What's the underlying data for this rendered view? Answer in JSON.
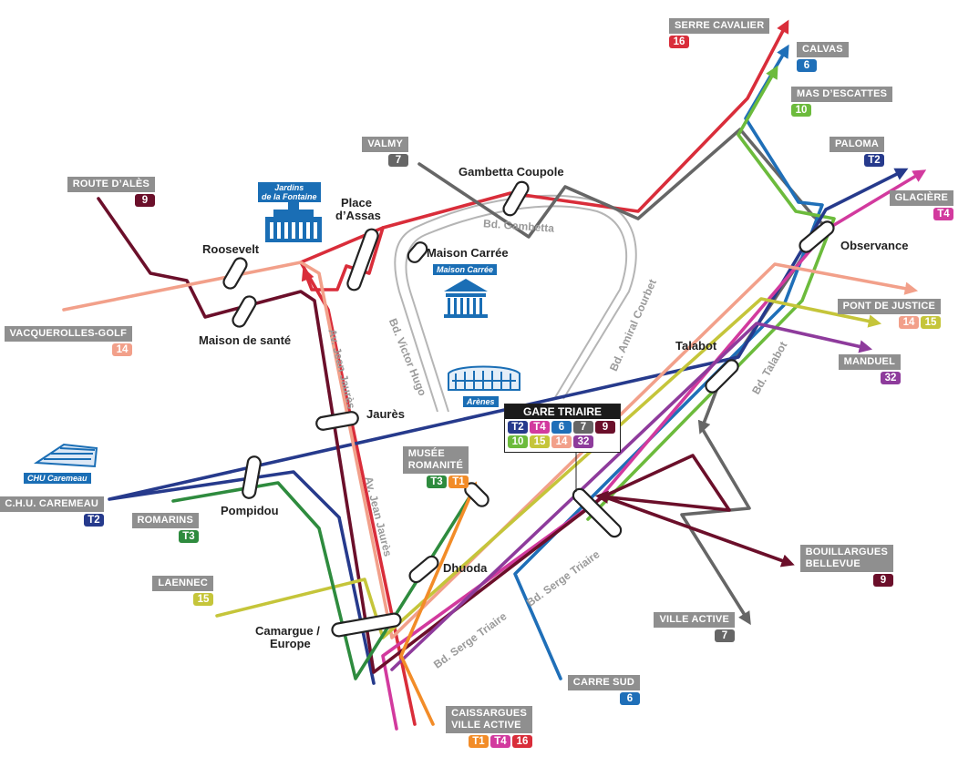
{
  "colors": {
    "T1": "#f28c28",
    "T2": "#263a8c",
    "T3": "#2e8b3e",
    "T4": "#d23a9e",
    "6": "#1f6fb8",
    "7": "#666666",
    "9": "#6b0f2a",
    "10": "#6cbb3c",
    "14": "#f2a08a",
    "15": "#c5c53a",
    "16": "#d92d3a",
    "32": "#8e3b9c"
  },
  "hub": {
    "title": "GARE TRIAIRE",
    "row1": [
      "T2",
      "T4",
      "6",
      "7",
      "9"
    ],
    "row2": [
      "10",
      "15",
      "14",
      "32"
    ]
  },
  "destinations": [
    {
      "id": "serre-cavalier",
      "name": "SERRE CAVALIER",
      "lines": [
        "16"
      ]
    },
    {
      "id": "calvas",
      "name": "CALVAS",
      "lines": [
        "6"
      ]
    },
    {
      "id": "mas-escattes",
      "name": "MAS D’ESCATTES",
      "lines": [
        "10"
      ]
    },
    {
      "id": "valmy",
      "name": "VALMY",
      "lines": [
        "7"
      ]
    },
    {
      "id": "paloma",
      "name": "PALOMA",
      "lines": [
        "T2"
      ]
    },
    {
      "id": "glaciere",
      "name": "GLACIÈRE",
      "lines": [
        "T4"
      ]
    },
    {
      "id": "route-ales",
      "name": "ROUTE D’ALÈS",
      "lines": [
        "9"
      ]
    },
    {
      "id": "pont-justice",
      "name": "PONT DE JUSTICE",
      "lines": [
        "14",
        "15"
      ]
    },
    {
      "id": "vacquerolles",
      "name": "VACQUEROLLES-GOLF",
      "lines": [
        "14"
      ]
    },
    {
      "id": "manduel",
      "name": "MANDUEL",
      "lines": [
        "32"
      ]
    },
    {
      "id": "musee",
      "name": "MUSÉE",
      "name2": "ROMANITÉ",
      "lines": [
        "T3",
        "T1"
      ]
    },
    {
      "id": "chu",
      "name": "C.H.U. CAREMEAU",
      "lines": [
        "T2"
      ]
    },
    {
      "id": "romarins",
      "name": "ROMARINS",
      "lines": [
        "T3"
      ]
    },
    {
      "id": "bouillargues",
      "name": "BOUILLARGUES",
      "name2": "BELLEVUE",
      "lines": [
        "9"
      ]
    },
    {
      "id": "laennec",
      "name": "LAENNEC",
      "lines": [
        "15"
      ]
    },
    {
      "id": "ville-active",
      "name": "VILLE ACTIVE",
      "lines": [
        "7"
      ]
    },
    {
      "id": "carre-sud",
      "name": "CARRE SUD",
      "lines": [
        "6"
      ]
    },
    {
      "id": "caissargues",
      "name": "CAISSARGUES",
      "name2": "VILLE ACTIVE",
      "lines": [
        "T1",
        "T4",
        "16"
      ]
    }
  ],
  "stops": {
    "gambetta": "Gambetta Coupole",
    "place_assas_1": "Place",
    "place_assas_2": "d’Assas",
    "roosevelt": "Roosevelt",
    "maison_carree": "Maison Carrée",
    "maison_sante": "Maison de santé",
    "observance": "Observance",
    "talabot": "Talabot",
    "jaures": "Jaurès",
    "pompidou": "Pompidou",
    "dhuoda": "Dhuoda",
    "camargue_1": "Camargue /",
    "camargue_2": "Europe"
  },
  "streets": {
    "gambetta": "Bd. Gambetta",
    "amiral_courbet": "Bd. Amiral Courbet",
    "victor_hugo": "Bd. Victor Hugo",
    "jean_jaures": "Av. Jean Jaurès",
    "talabot": "Bd. Talabot",
    "serge_triaire": "Bd. Serge Triaire"
  },
  "landmarks": {
    "jardins_1": "Jardins",
    "jardins_2": "de la Fontaine",
    "maison_carree": "Maison Carrée",
    "arenes": "Arènes",
    "chu": "CHU Caremeau"
  }
}
